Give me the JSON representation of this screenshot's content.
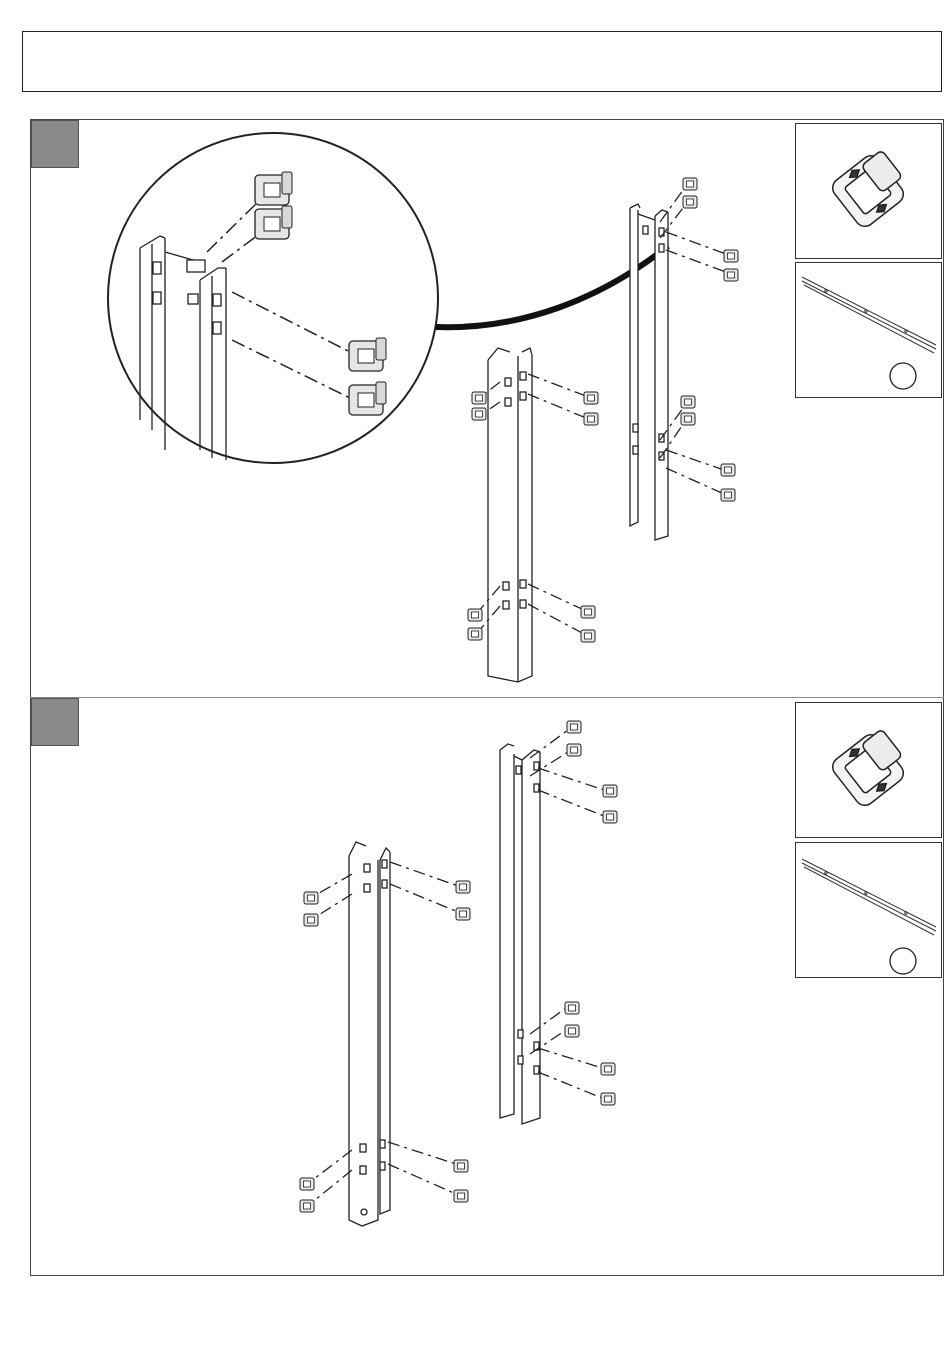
{
  "page": {
    "title": "",
    "background": "#ffffff",
    "line_color": "#222222",
    "badge_color": "#8a8a8a"
  },
  "steps": [
    {
      "number": "",
      "parts": [
        {
          "name": "square-nut-clip",
          "icon": "square-nut-icon",
          "label": ""
        },
        {
          "name": "upright-rail",
          "icon": "rail-icon",
          "qty": ""
        }
      ]
    },
    {
      "number": "",
      "parts": [
        {
          "name": "square-nut-clip",
          "icon": "square-nut-icon",
          "label": ""
        },
        {
          "name": "upright-rail",
          "icon": "rail-icon",
          "qty": ""
        }
      ]
    }
  ]
}
